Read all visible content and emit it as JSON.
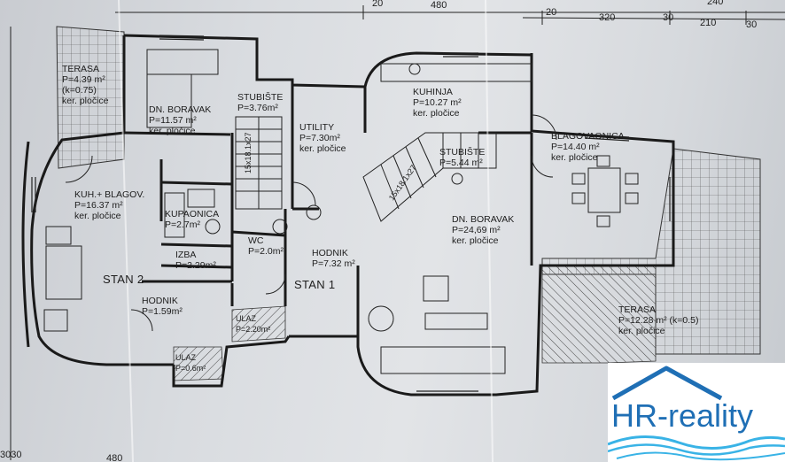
{
  "dimensions_top": [
    "20",
    "480",
    "20",
    "320",
    "30",
    "210",
    "30",
    "240"
  ],
  "dimensions_bottom": [
    "3030",
    "480"
  ],
  "units": [
    {
      "name": "STAN 2"
    },
    {
      "name": "STAN 1"
    }
  ],
  "rooms": {
    "terasa_left": {
      "name": "TERASA",
      "area": "P=4.39 m²",
      "note": "(k=0.75)",
      "floor": "ker. pločice"
    },
    "dn_boravak_left": {
      "name": "DN. BORAVAK",
      "area": "P=11.57 m²",
      "floor": "ker. pločice"
    },
    "stubiste_left": {
      "name": "STUBIŠTE",
      "area": "P=3.76m²"
    },
    "stubiste_left_stairs": {
      "text": "15x18.1x27"
    },
    "utility": {
      "name": "UTILITY",
      "area": "P=7.30m²",
      "floor": "ker. pločice"
    },
    "kuhinja": {
      "name": "KUHINJA",
      "area": "P=10.27 m²",
      "floor": "ker. pločice"
    },
    "blagovaonica": {
      "name": "BLAGOVAONICA",
      "area": "P=14.40 m²",
      "floor": "ker. pločice"
    },
    "stubiste_right": {
      "name": "STUBIŠTE",
      "area": "P=5.44 m²"
    },
    "stubiste_right_stairs": {
      "text": "15x18.1x27"
    },
    "kuh_blagov": {
      "name": "KUH.+ BLAGOV.",
      "area": "P=16.37 m²",
      "floor": "ker. pločice"
    },
    "kupaonica": {
      "name": "KUPAONICA",
      "area": "P=2.7m²"
    },
    "wc": {
      "name": "WC",
      "area": "P=2.0m²"
    },
    "izba": {
      "name": "IZBA",
      "area": "P=2.29m²"
    },
    "hodnik_right": {
      "name": "HODNIK",
      "area": "P=7.32 m²"
    },
    "dn_boravak_right": {
      "name": "DN. BORAVAK",
      "area": "P=24,69 m²",
      "floor": "ker. pločice"
    },
    "hodnik_left": {
      "name": "HODNIK",
      "area": "P=1.59m²"
    },
    "ulaz_mid": {
      "name": "ULAZ",
      "area": "P=2.20m²"
    },
    "ulaz_small": {
      "name": "ULAZ",
      "area": "P=0.6m²"
    },
    "terasa_right": {
      "name": "TERASA",
      "area": "P=12.28 m² (k=0.5)",
      "floor": "ker. pločice"
    }
  },
  "logo": {
    "text": "HR-reality",
    "color_primary": "#1f6fb5",
    "color_wave": "#39b3e6"
  }
}
